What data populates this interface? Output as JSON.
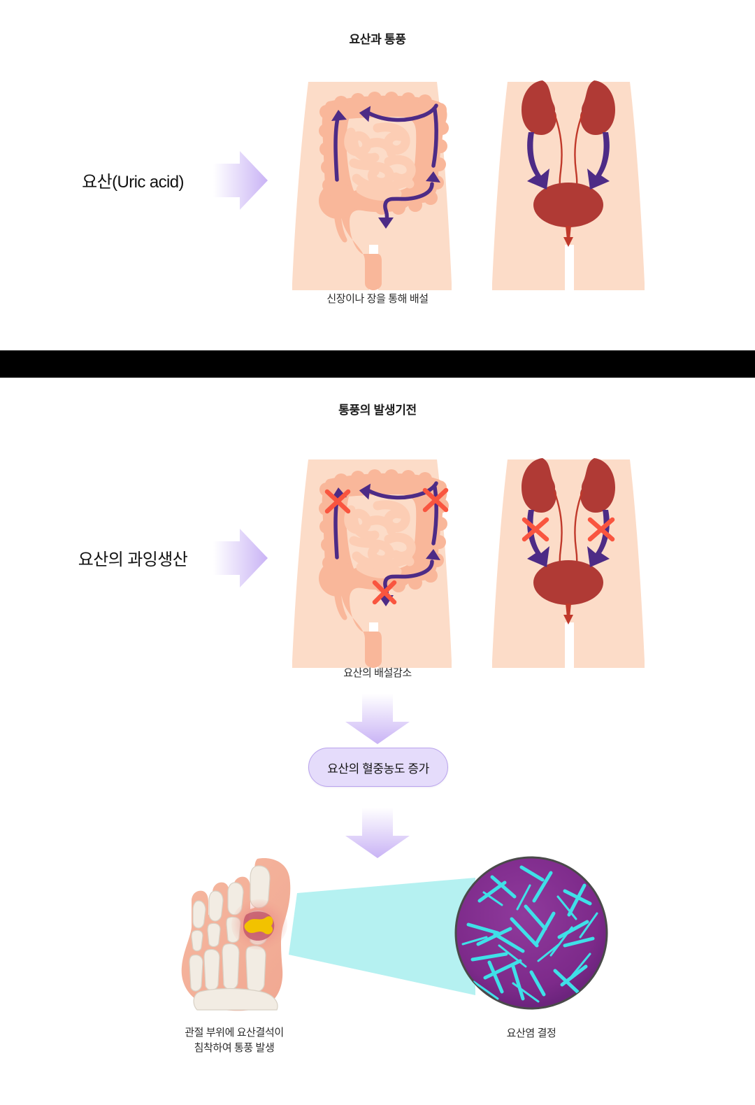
{
  "panel_top": {
    "title": "요산과 통풍",
    "side_label": "요산(Uric acid)",
    "caption": "신장이나 장을 통해 배설",
    "figures": {
      "intestine_alt": "intestine-diagram",
      "kidney_alt": "kidney-bladder-diagram"
    }
  },
  "divider": {
    "color": "#000000"
  },
  "panel_bottom": {
    "title": "통풍의 발생기전",
    "side_label": "요산의 과잉생산",
    "caption": "요산의 배설감소",
    "pill_label": "요산의 혈중농도 증가",
    "foot_caption_line1": "관절 부위에 요산결석이",
    "foot_caption_line2": "침착하여 통풍 발생",
    "crystal_caption": "요산염 결정",
    "blocked_marks": "red-x-block"
  },
  "colors": {
    "skin": "#fcdcc8",
    "skin_light": "#fde3d2",
    "intestine": "#f9b79a",
    "intestine_inner": "#fccdb4",
    "flow_arrow": "#4d2b86",
    "organ_red": "#b03a35",
    "duct_red": "#c0392b",
    "block_x": "#f9553f",
    "accent_lavender": "#c9b3f5",
    "pill_bg": "#e5dcfb",
    "pill_border": "#b9a3ec",
    "beam": "#b5f1f1",
    "scope_bg": "#7d2a8a",
    "crystal": "#3fe0e8",
    "bone": "#f2ece3",
    "inflame": "#c4596b",
    "deposit": "#f2c200",
    "title_text": "#1c1c1c"
  }
}
